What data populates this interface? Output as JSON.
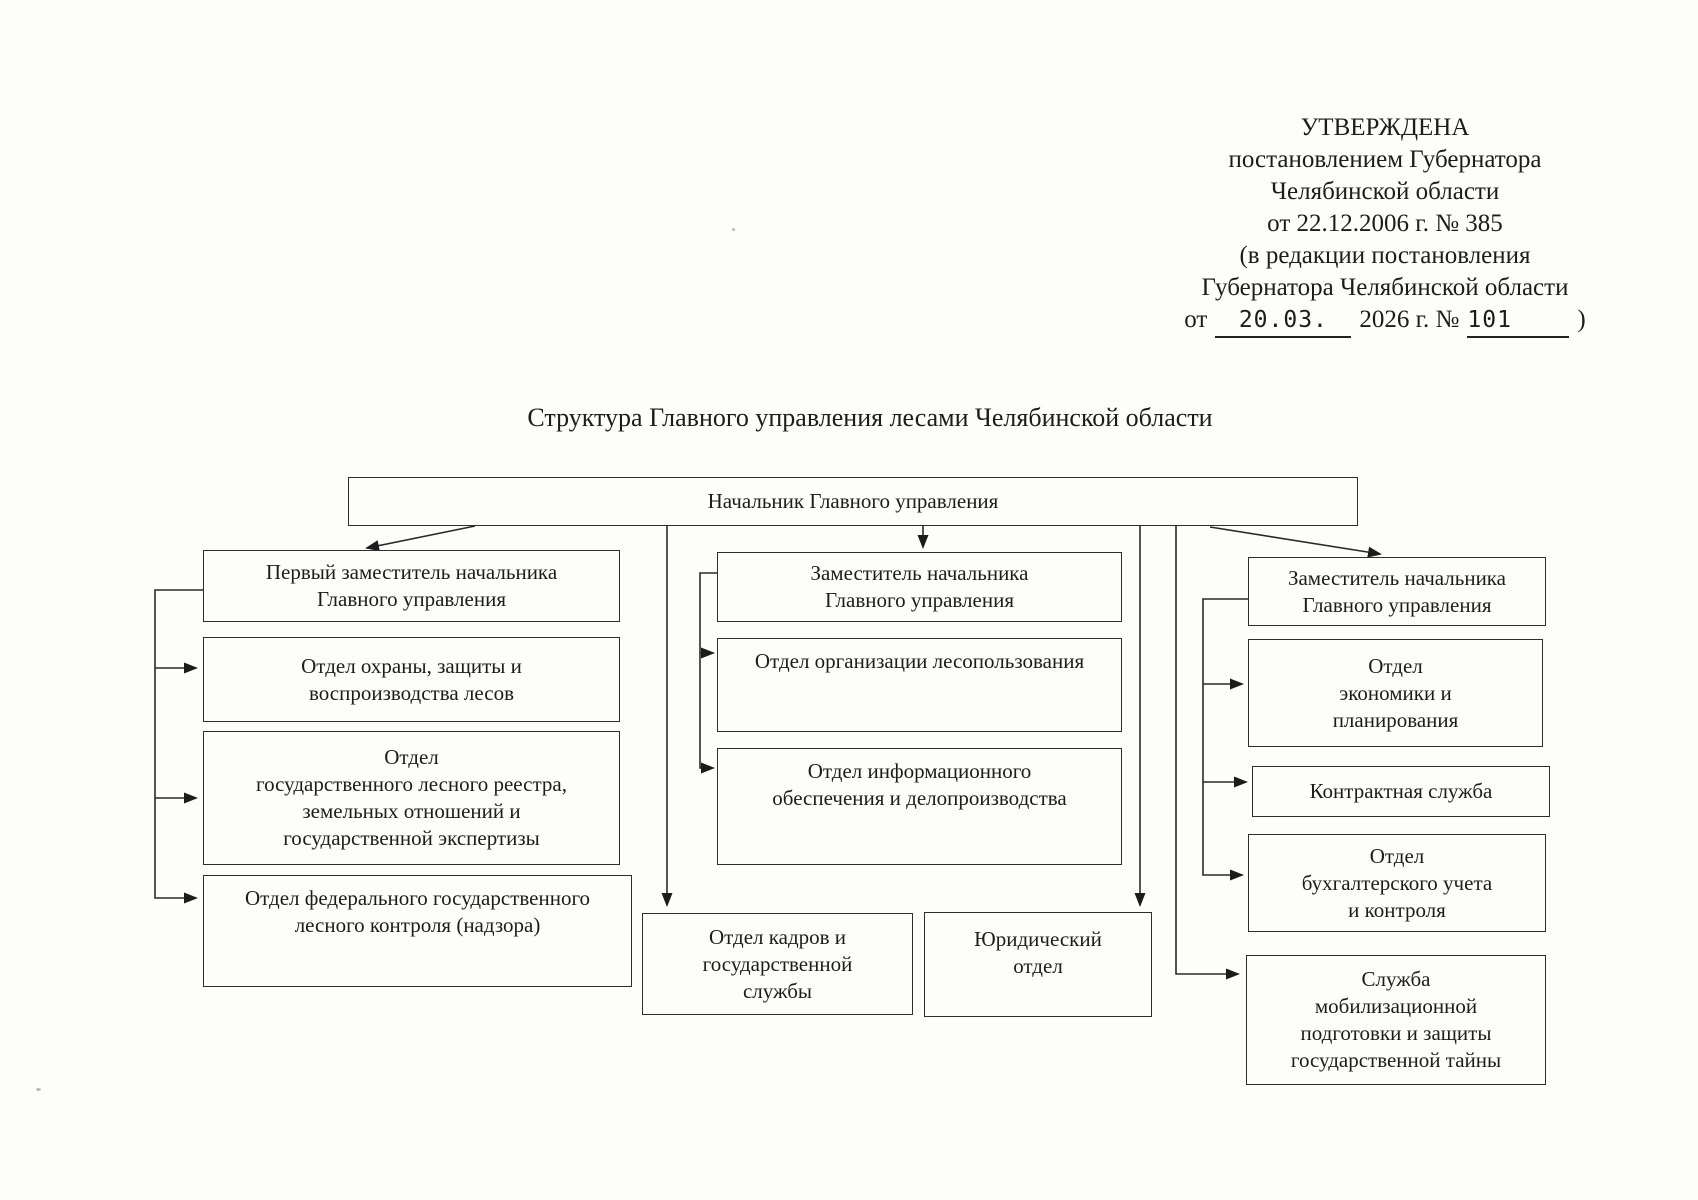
{
  "approval": {
    "lines": [
      "УТВЕРЖДЕНА",
      "постановлением Губернатора",
      "Челябинской области",
      "от 22.12.2006 г. № 385",
      "(в редакции постановления",
      "Губернатора Челябинской области"
    ],
    "amendment": {
      "prefix": "от",
      "date": "20.03.",
      "middle": "2026 г. №",
      "number": "101",
      "suffix": ")"
    }
  },
  "title": "Структура Главного управления лесами Челябинской области",
  "org": {
    "root": "Начальник Главного управления",
    "left_branch": {
      "head": "Первый заместитель начальника\nГлавного управления",
      "units": [
        "Отдел охраны, защиты и\nвоспроизводства лесов",
        "Отдел\nгосударственного лесного реестра,\nземельных отношений и\nгосударственной экспертизы",
        "Отдел федерального государственного\nлесного контроля (надзора)"
      ]
    },
    "center_branch": {
      "head": "Заместитель начальника\nГлавного управления",
      "units": [
        "Отдел организации лесопользования",
        "Отдел информационного\nобеспечения и делопроизводства"
      ],
      "direct_units": [
        "Отдел кадров и\nгосударственной\nслужбы",
        "Юридический\nотдел"
      ]
    },
    "right_branch": {
      "head": "Заместитель начальника\nГлавного управления",
      "units": [
        "Отдел\nэкономики и\nпланирования",
        "Контрактная служба",
        "Отдел\nбухгалтерского учета\nи контроля",
        "Служба\nмобилизационной\nподготовки и защиты\nгосударственной тайны"
      ]
    }
  }
}
